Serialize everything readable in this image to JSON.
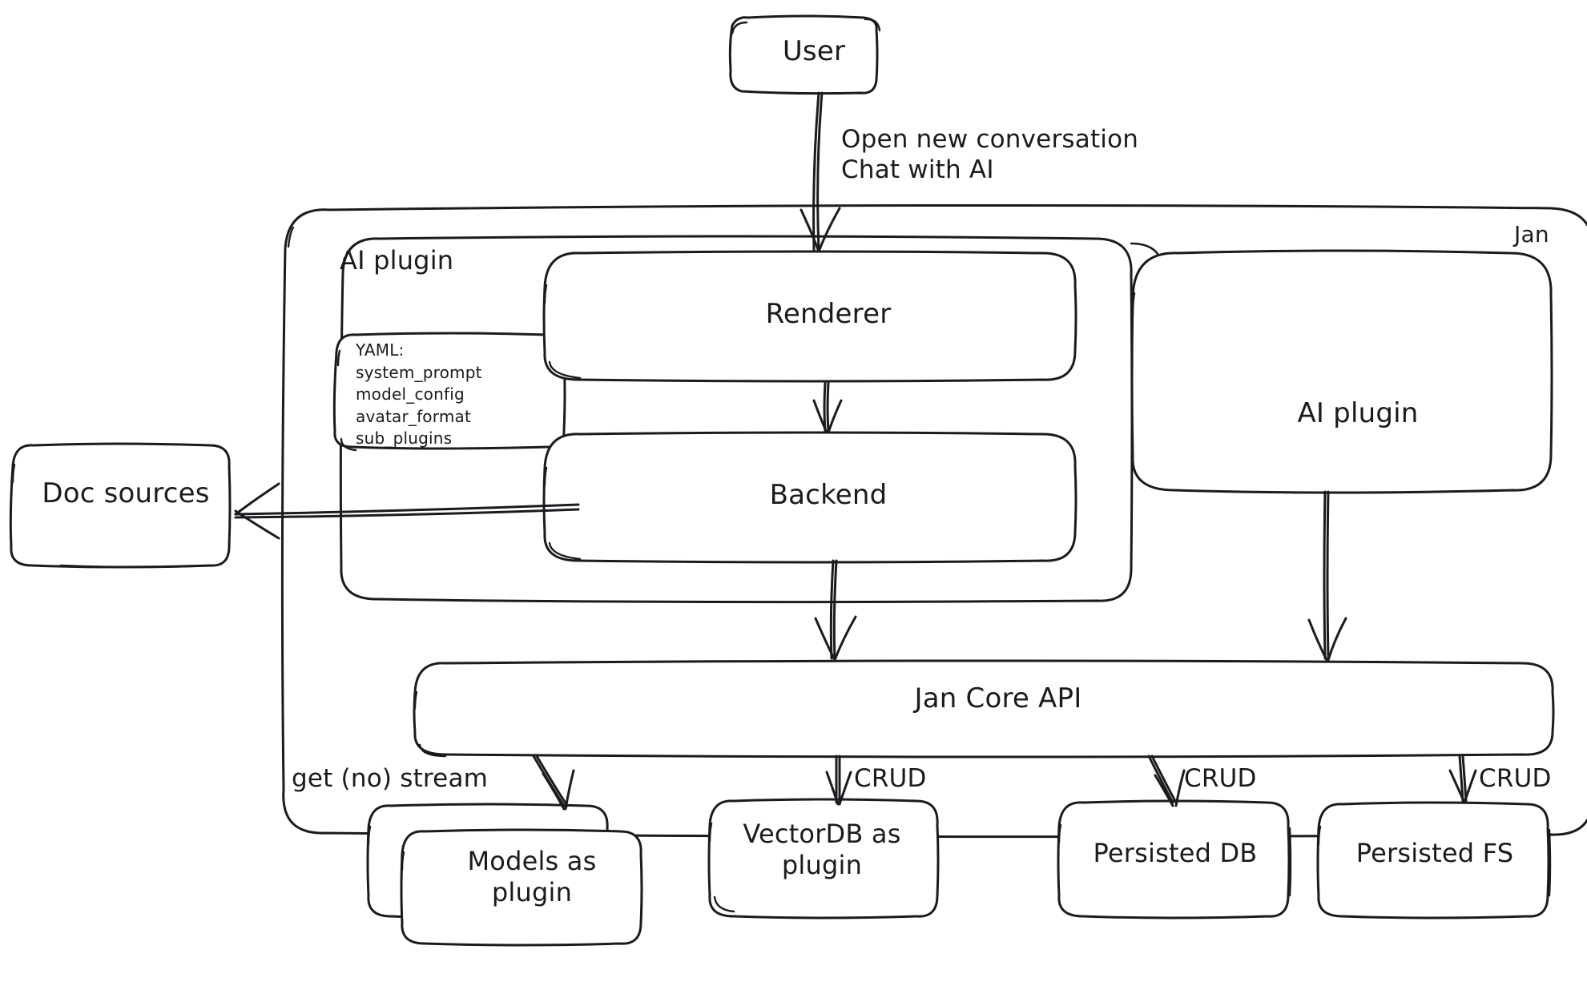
{
  "diagram": {
    "title": "Jan architecture diagram",
    "style": "hand-drawn",
    "stroke_color": "#1b1b1f",
    "background_color": "#ffffff"
  },
  "nodes": {
    "user": {
      "label": "User"
    },
    "jan_container": {
      "label": "Jan"
    },
    "ai_plugin_group": {
      "label": "AI plugin"
    },
    "yaml_note": {
      "header": "YAML:",
      "lines": [
        "system_prompt",
        "model_config",
        "avatar_format",
        "sub_plugins"
      ],
      "text": "YAML:\nsystem_prompt\nmodel_config\navatar_format\nsub_plugins"
    },
    "renderer": {
      "label": "Renderer"
    },
    "backend": {
      "label": "Backend"
    },
    "ai_plugin_right": {
      "label": "AI plugin"
    },
    "doc_sources": {
      "label": "Doc sources"
    },
    "jan_core_api": {
      "label": "Jan Core API"
    },
    "models_as_plugin": {
      "label": "Models as\nplugin"
    },
    "vectordb_as_plugin": {
      "label": "VectorDB as\nplugin"
    },
    "persisted_db": {
      "label": "Persisted DB"
    },
    "persisted_fs": {
      "label": "Persisted FS"
    }
  },
  "edges": {
    "user_to_renderer": {
      "label": "Open new conversation\nChat with AI"
    },
    "renderer_to_backend": {
      "label": ""
    },
    "backend_to_doc_sources": {
      "label": ""
    },
    "backend_to_core_api": {
      "label": ""
    },
    "ai_plugin_right_to_core_api": {
      "label": ""
    },
    "core_to_models": {
      "label": "get (no) stream"
    },
    "core_to_vectordb": {
      "label": "CRUD"
    },
    "core_to_persisted_db": {
      "label": "CRUD"
    },
    "core_to_persisted_fs": {
      "label": "CRUD"
    }
  }
}
